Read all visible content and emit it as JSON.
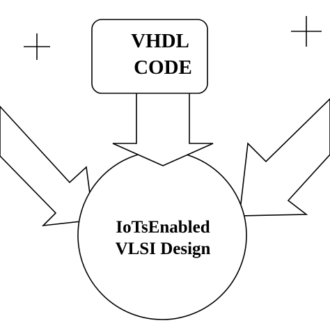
{
  "diagram": {
    "box_label_line1": "VHDL",
    "box_label_line2": "CODE",
    "center_label_line1": "IoTsEnabled",
    "center_label_line2": "VLSI Design"
  },
  "colors": {
    "stroke": "#000000",
    "fill": "#ffffff"
  }
}
